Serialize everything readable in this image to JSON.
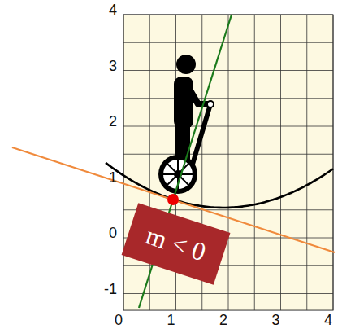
{
  "diagram": {
    "nodes": [
      {
        "text": [
          "m < 0"
        ]
      }
    ],
    "labels": [
      "4",
      "3",
      "2",
      "1",
      "0",
      "-1",
      "0",
      "1",
      "2",
      "3",
      "4"
    ]
  }
}
